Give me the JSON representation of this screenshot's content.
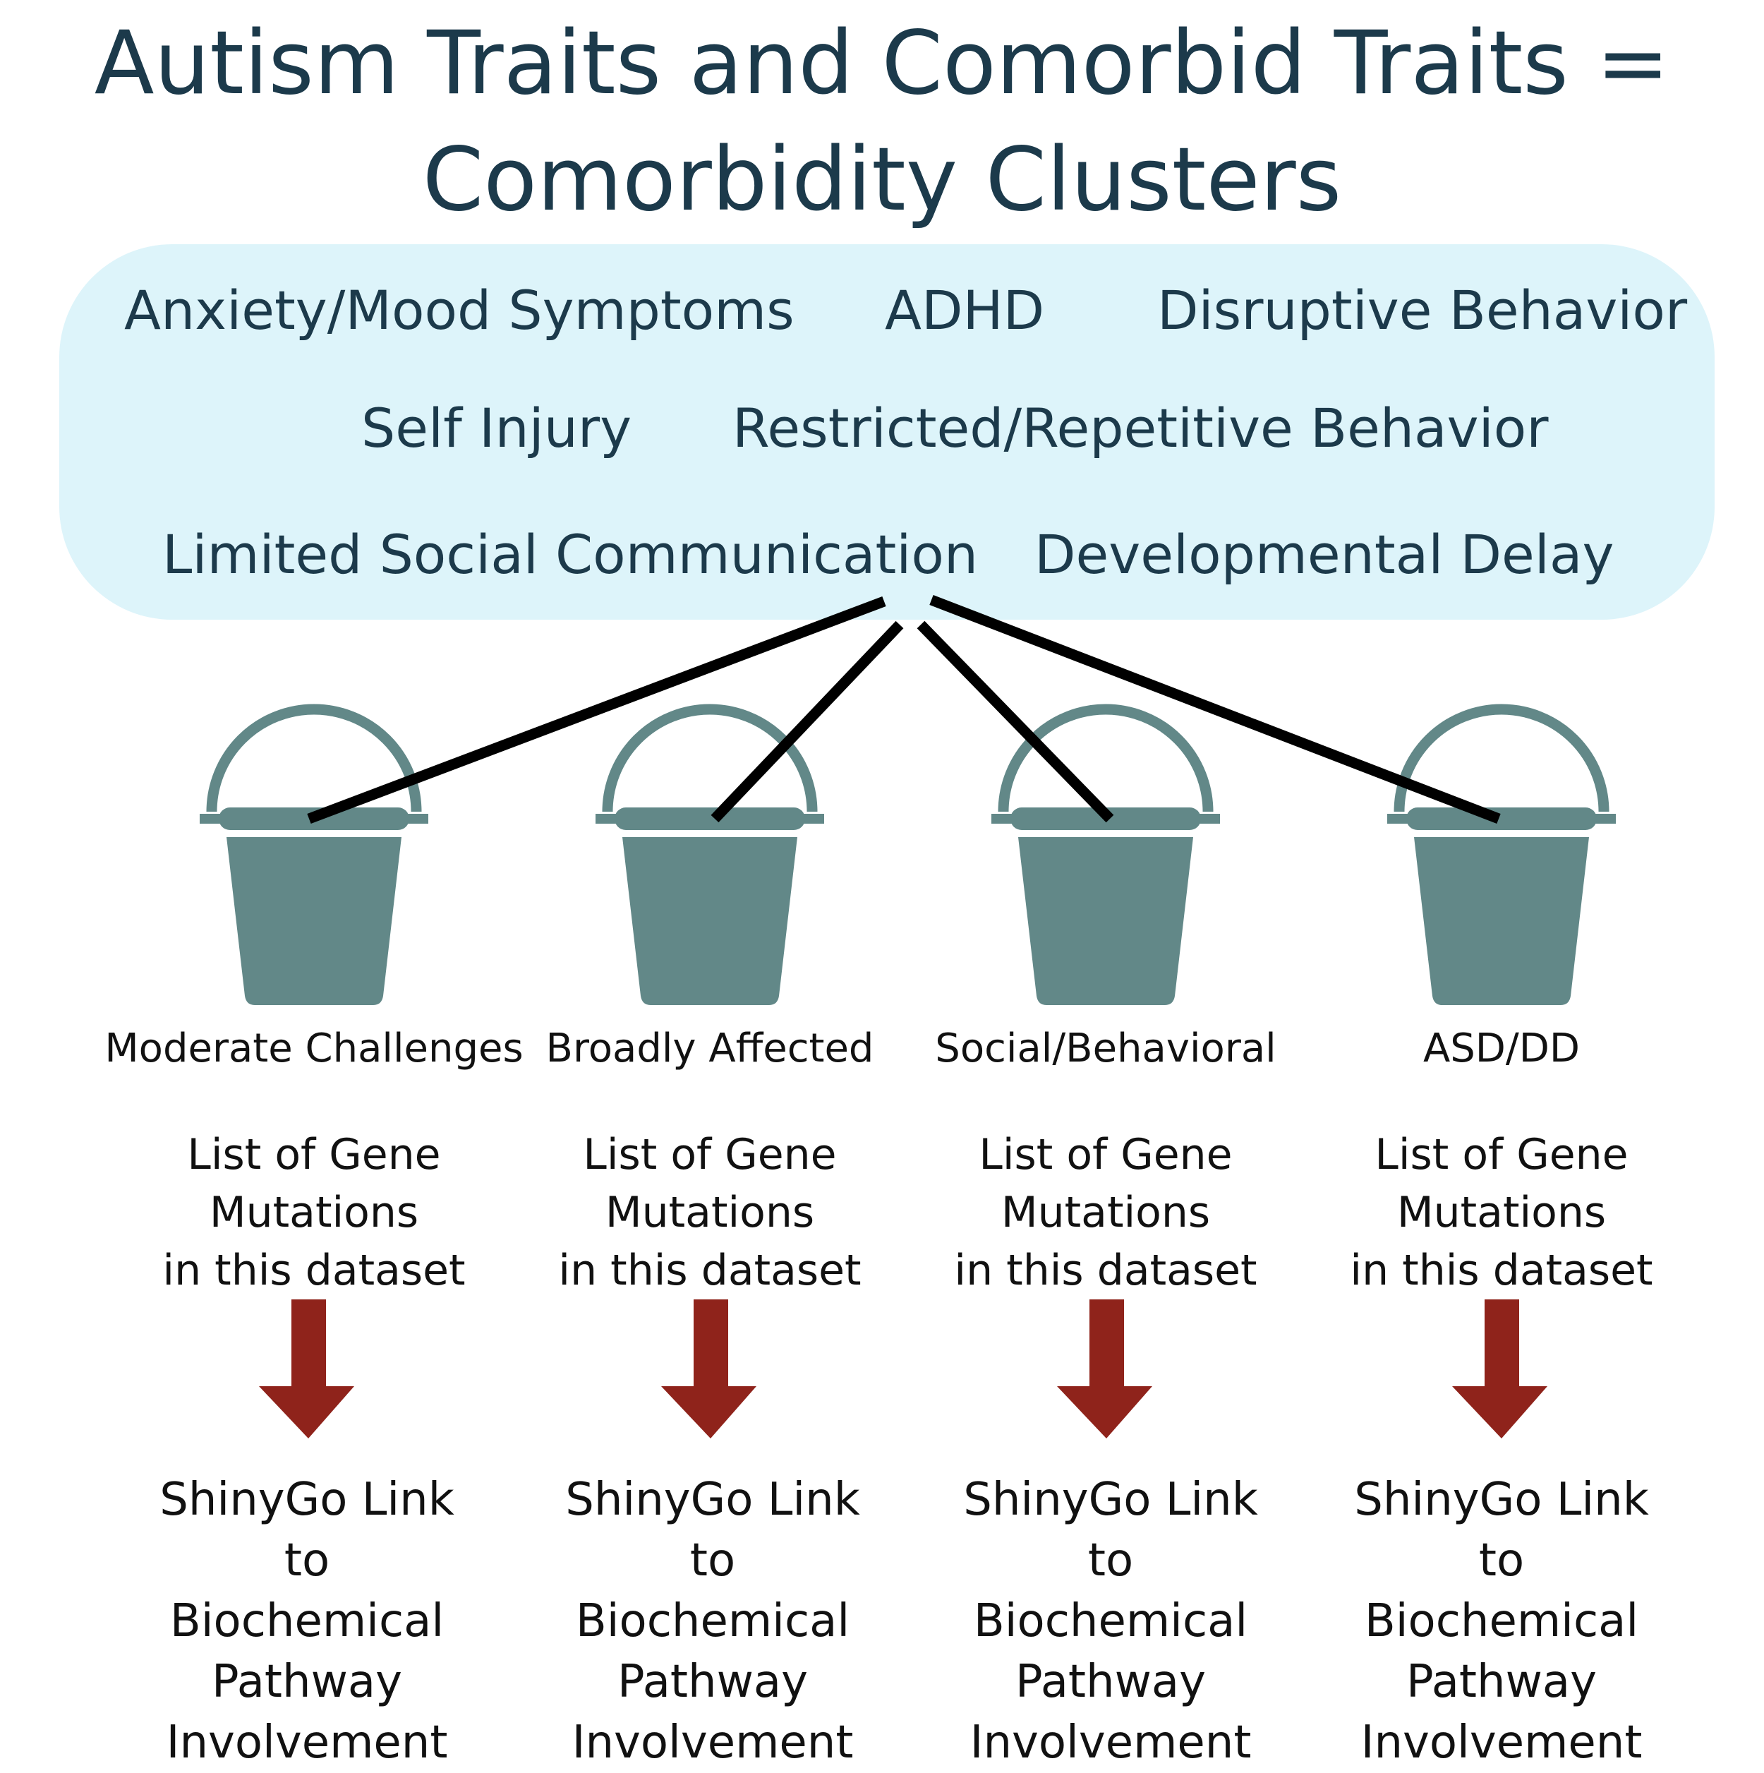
{
  "title": {
    "line1": "Autism Traits and Comorbid Traits =",
    "line2": "Comorbidity Clusters"
  },
  "traits": [
    "Anxiety/Mood Symptoms",
    "ADHD",
    "Disruptive Behavior",
    "Self Injury",
    "Restricted/Repetitive Behavior",
    "Limited Social Communication",
    "Developmental Delay"
  ],
  "clusters": [
    {
      "label": "Moderate Challenges",
      "genes": [
        "List of Gene",
        "Mutations",
        "in this dataset"
      ],
      "link": [
        "ShinyGo Link",
        "to",
        "Biochemical",
        "Pathway",
        "Involvement"
      ]
    },
    {
      "label": "Broadly Affected",
      "genes": [
        "List of Gene",
        "Mutations",
        "in this dataset"
      ],
      "link": [
        "ShinyGo Link",
        "to",
        "Biochemical",
        "Pathway",
        "Involvement"
      ]
    },
    {
      "label": "Social/Behavioral",
      "genes": [
        "List of Gene",
        "Mutations",
        "in this dataset"
      ],
      "link": [
        "ShinyGo Link",
        "to",
        "Biochemical",
        "Pathway",
        "Involvement"
      ]
    },
    {
      "label": "ASD/DD",
      "genes": [
        "List of Gene",
        "Mutations",
        "in this dataset"
      ],
      "link": [
        "ShinyGo Link",
        "to",
        "Biochemical",
        "Pathway",
        "Involvement"
      ]
    }
  ],
  "colors": {
    "title_text": "#1c3a4b",
    "trait_panel": "#ddf4fa",
    "bucket": "#628888",
    "connector": "#000000",
    "arrow": "#8f231b"
  },
  "icons": {
    "bucket": "bucket-icon",
    "arrow": "down-arrow-icon"
  }
}
